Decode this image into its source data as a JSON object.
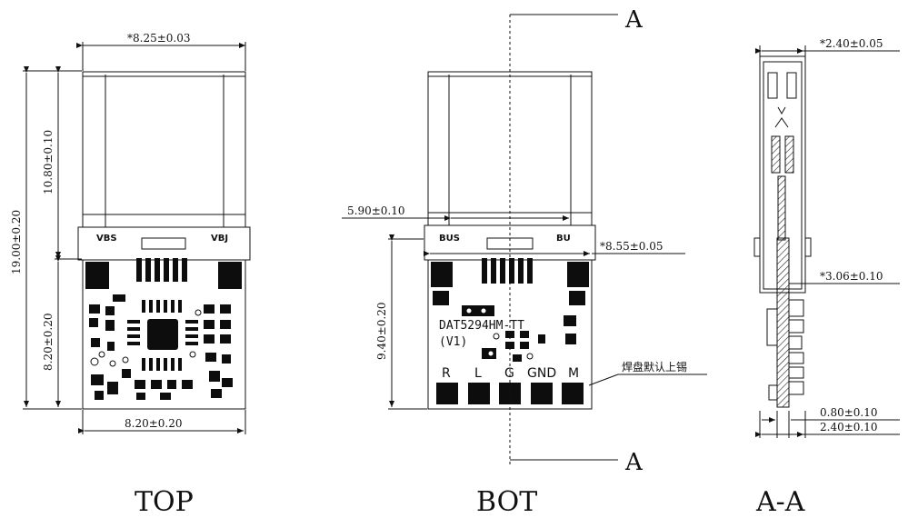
{
  "top_view": {
    "width_top": "*8.25±0.03",
    "height_total": "19.00±0.20",
    "height_shell": "10.80±0.10",
    "height_board": "8.20±0.20",
    "width_board": "8.20±0.20",
    "mark_left": "VBS",
    "mark_right": "VBJ",
    "label": "TOP"
  },
  "bot_view": {
    "shell_width": "5.90±0.10",
    "board_width": "*8.55±0.05",
    "board_height": "9.40±0.20",
    "mark_left": "BUS",
    "mark_right": "BU",
    "part_number": "DAT5294HM-TT",
    "version": "(V1)",
    "pins": [
      "R",
      "L",
      "G",
      "GND",
      "M"
    ],
    "pad_note": "焊盘默认上锡",
    "section_marker_top": "A",
    "section_marker_bottom": "A",
    "label": "BOT"
  },
  "section_view": {
    "dim_top": "*2.40±0.05",
    "dim_mid": "*3.06±0.10",
    "dim_pcb": "0.80±0.10",
    "dim_base": "2.40±0.10",
    "label": "A-A"
  },
  "colors": {
    "ink": "#111111",
    "pad": "#0d0d0d",
    "hatch": "#222222",
    "paper": "#ffffff"
  }
}
